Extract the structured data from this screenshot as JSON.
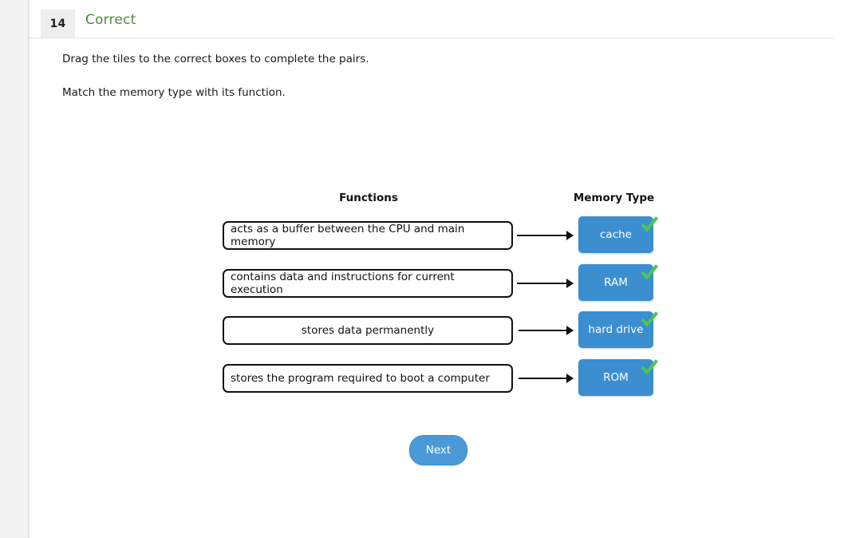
{
  "header": {
    "question_number": "14",
    "status": "Correct",
    "status_color": "#4b8b3b"
  },
  "instructions": {
    "line1": "Drag the tiles to the correct boxes to complete the pairs.",
    "line2": "Match the memory type with its function."
  },
  "diagram": {
    "left_column_header": "Functions",
    "right_column_header": "Memory Type",
    "tile_color": "#3b8ed0",
    "check_color": "#4cc552",
    "pairs": [
      {
        "function": "acts as a buffer between the CPU and main memory",
        "memory_type": "cache",
        "align": "fill",
        "correct": true
      },
      {
        "function": "contains data and instructions for current execution",
        "memory_type": "RAM",
        "align": "fill",
        "correct": true
      },
      {
        "function": "stores data permanently",
        "memory_type": "hard drive",
        "align": "center",
        "correct": true
      },
      {
        "function": "stores the program required to boot a computer",
        "memory_type": "ROM",
        "align": "fill",
        "correct": true
      }
    ]
  },
  "footer": {
    "next_label": "Next"
  }
}
